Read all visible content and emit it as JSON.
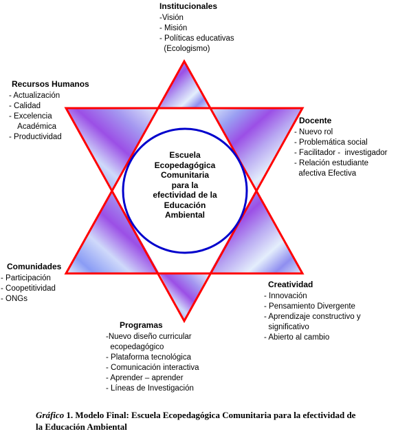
{
  "center": {
    "lines": [
      "Escuela",
      "Ecopedagógica",
      "Comunitaria",
      "para la",
      "efectividad de la",
      "Educación",
      "Ambiental"
    ]
  },
  "colors": {
    "outline": "#ff0000",
    "circle": "#0000cc",
    "fill_light": "#d9e6fb",
    "fill_purple": "#9b4fe6",
    "fill_blue": "#8a9cf5"
  },
  "nodes": {
    "institucionales": {
      "heading": "Institucionales",
      "items": [
        "-Visión",
        "- Misión",
        "- Políticas educativas",
        "  (Ecologismo)"
      ]
    },
    "recursos": {
      "heading": "Recursos Humanos",
      "items": [
        "- Actualización",
        "- Calidad",
        "- Excelencia",
        "    Académica",
        "- Productividad"
      ]
    },
    "docente": {
      "heading": "Docente",
      "items": [
        "- Nuevo rol",
        "- Problemática social",
        "- Facilitador -  investigador",
        "- Relación estudiante",
        "  afectiva Efectiva"
      ]
    },
    "comunidades": {
      "heading": "Comunidades",
      "items": [
        "- Participación",
        "- Coopetitividad",
        "- ONGs"
      ]
    },
    "creatividad": {
      "heading": "Creatividad",
      "items": [
        "- Innovación",
        "- Pensamiento Divergente",
        "- Aprendizaje constructivo y",
        "  significativo",
        "- Abierto al cambio"
      ]
    },
    "programas": {
      "heading": "Programas",
      "items": [
        "-Nuevo diseño curricular",
        "  ecopedagógico",
        "- Plataforma tecnológica",
        "- Comunicación interactiva",
        "- Aprender – aprender",
        "- Líneas de Investigación"
      ]
    }
  },
  "caption": {
    "label": "Gráfico",
    "text": " 1. Modelo Final: Escuela Ecopedagógica Comunitaria para la efectividad de la Educación Ambiental"
  }
}
